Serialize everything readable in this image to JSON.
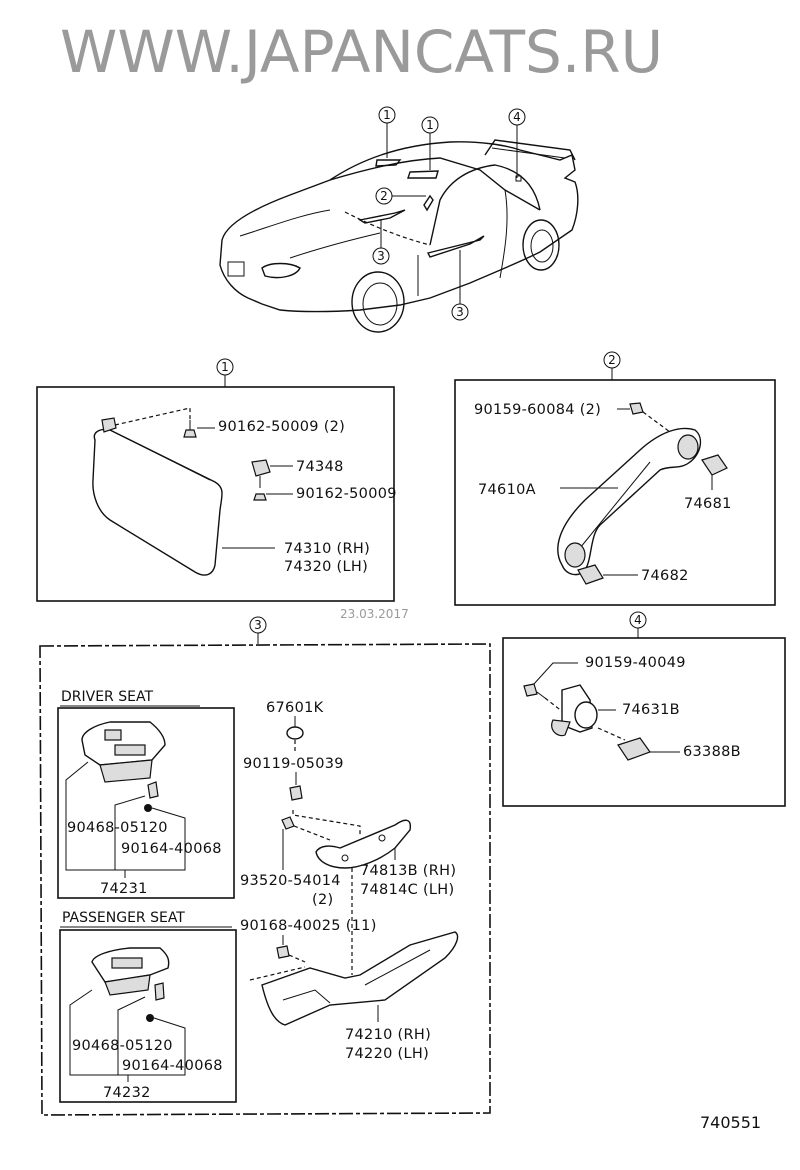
{
  "diagram": {
    "figure_number": "740551",
    "watermark": "WWW.JAPANCATS.RU",
    "watermark_date": "23.03.2017",
    "overview": {
      "callouts": [
        "1",
        "1",
        "2",
        "3",
        "3",
        "4"
      ]
    },
    "groups": [
      {
        "id": "1",
        "parts": [
          {
            "number": "90162-50009 (2)"
          },
          {
            "number": "74348"
          },
          {
            "number": "90162-50009"
          },
          {
            "number": "74310 (RH)"
          },
          {
            "number": "74320 (LH)"
          }
        ]
      },
      {
        "id": "2",
        "parts": [
          {
            "number": "90159-60084 (2)"
          },
          {
            "number": "74610A"
          },
          {
            "number": "74681"
          },
          {
            "number": "74682"
          }
        ]
      },
      {
        "id": "3",
        "subgroups": [
          {
            "title": "DRIVER SEAT",
            "parts": [
              {
                "number": "90468-05120"
              },
              {
                "number": "90164-40068"
              },
              {
                "number": "74231"
              }
            ]
          },
          {
            "title": "PASSENGER SEAT",
            "parts": [
              {
                "number": "90468-05120"
              },
              {
                "number": "90164-40068"
              },
              {
                "number": "74232"
              }
            ]
          }
        ],
        "parts": [
          {
            "number": "67601K"
          },
          {
            "number": "90119-05039"
          },
          {
            "number": "93520-54014"
          },
          {
            "number": "(2)"
          },
          {
            "number": "74813B (RH)"
          },
          {
            "number": "74814C (LH)"
          },
          {
            "number": "90168-40025 (11)"
          },
          {
            "number": "74210 (RH)"
          },
          {
            "number": "74220 (LH)"
          }
        ]
      },
      {
        "id": "4",
        "parts": [
          {
            "number": "90159-40049"
          },
          {
            "number": "74631B"
          },
          {
            "number": "63388B"
          }
        ]
      }
    ]
  }
}
